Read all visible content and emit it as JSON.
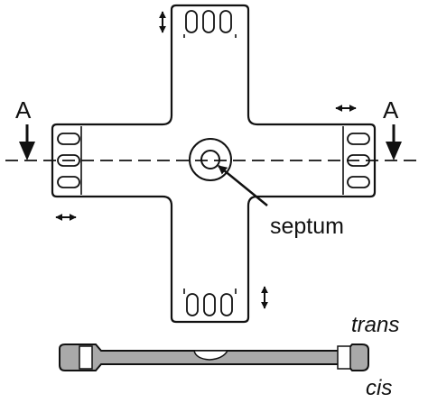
{
  "labels": {
    "section_left": "A",
    "section_right": "A",
    "septum": "septum",
    "trans": "trans",
    "cis": "cis"
  },
  "colors": {
    "stroke": "#111111",
    "fill": "#ffffff",
    "cross_section_fill": "#a9a9a9"
  }
}
